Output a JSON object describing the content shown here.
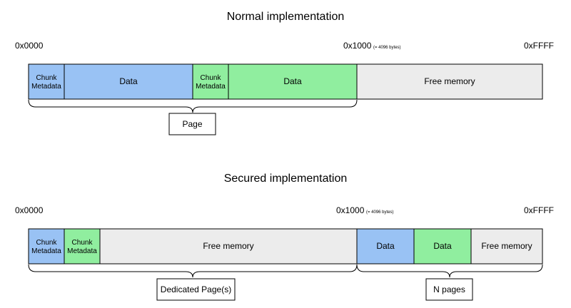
{
  "colors": {
    "metadata": "#99c2f4",
    "data_blue": "#99c2f4",
    "data_green": "#90ee9f",
    "free": "#ececec"
  },
  "normal": {
    "title": "Normal implementation",
    "addr_start": "0x0000",
    "addr_mid": "0x1000",
    "addr_mid_note": "(= 4096 bytes)",
    "addr_end": "0xFFFF",
    "chunk1_line1": "Chunk",
    "chunk1_line2": "Metadata",
    "data1": "Data",
    "chunk2_line1": "Chunk",
    "chunk2_line2": "Metadata",
    "data2": "Data",
    "free": "Free memory",
    "page_label": "Page"
  },
  "secured": {
    "title": "Secured implementation",
    "addr_start": "0x0000",
    "addr_mid": "0x1000",
    "addr_mid_note": "(= 4096 bytes)",
    "addr_end": "0xFFFF",
    "chunk1_line1": "Chunk",
    "chunk1_line2": "Metadata",
    "chunk2_line1": "Chunk",
    "chunk2_line2": "Metadata",
    "free1": "Free memory",
    "data1": "Data",
    "data2": "Data",
    "free2": "Free memory",
    "dedicated_label": "Dedicated Page(s)",
    "npages_label": "N pages"
  }
}
